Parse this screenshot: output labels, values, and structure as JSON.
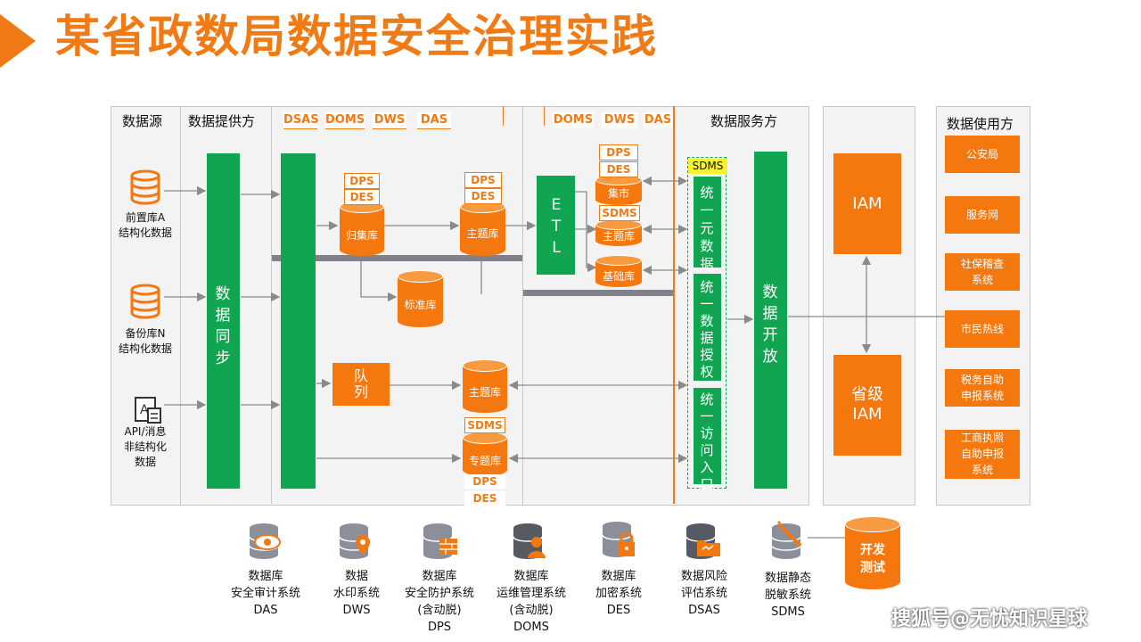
{
  "title": "某省政数局数据安全治理实践",
  "headers": {
    "source": "数据源",
    "provider": "数据提供方",
    "service": "数据服务方",
    "user": "数据使用方"
  },
  "top_tags": [
    "DSAS",
    "DOMS",
    "DWS",
    "DAS",
    "DOMS",
    "DWS",
    "DAS"
  ],
  "sources": [
    {
      "line1": "前置库A",
      "line2": "结构化数据",
      "line3": ""
    },
    {
      "line1": "备份库N",
      "line2": "结构化数据",
      "line3": ""
    },
    {
      "line1": "API/消息",
      "line2": "非结构化",
      "line3": "数据"
    }
  ],
  "bars": {
    "sync": "数据同步",
    "open": "数据开放"
  },
  "db": {
    "guiji": "归集库",
    "zhuti1": "主题库",
    "biaozhun": "标准库",
    "zhuti2": "主题库",
    "zhuanti": "专题库",
    "jishi": "集市",
    "zhuti3": "主题库",
    "jichu": "基础库",
    "duilie": "队列",
    "etl": "ETL",
    "test": "开发测试"
  },
  "tags": {
    "dps": "DPS",
    "des": "DES",
    "sdms": "SDMS"
  },
  "sdms_header": "SDMS",
  "unified": [
    {
      "a": "统",
      "b": "一元数据"
    },
    {
      "a": "统",
      "b": "一数据授权"
    },
    {
      "a": "统",
      "b": "一访问入口"
    }
  ],
  "iam": {
    "iam": "IAM",
    "prov1": "省级",
    "prov2": "IAM"
  },
  "users": [
    {
      "l1": "公安局",
      "l2": "",
      "l3": ""
    },
    {
      "l1": "服务网",
      "l2": "",
      "l3": ""
    },
    {
      "l1": "社保稽查",
      "l2": "系统",
      "l3": ""
    },
    {
      "l1": "市民热线",
      "l2": "",
      "l3": ""
    },
    {
      "l1": "税务自助",
      "l2": "申报系统",
      "l3": ""
    },
    {
      "l1": "工商执照",
      "l2": "自助申报",
      "l3": "系统"
    }
  ],
  "legend": [
    {
      "icon": "database-eye-icon",
      "l1": "数据库",
      "l2": "安全审计系统",
      "l3": "DAS",
      "l4": ""
    },
    {
      "icon": "database-pin-icon",
      "l1": "数据",
      "l2": "水印系统",
      "l3": "DWS",
      "l4": ""
    },
    {
      "icon": "database-firewall-icon",
      "l1": "数据库",
      "l2": "安全防护系统",
      "l3": "(含动脱)",
      "l4": "DPS"
    },
    {
      "icon": "database-user-icon",
      "l1": "数据库",
      "l2": "运维管理系统",
      "l3": "(含动脱)",
      "l4": "DOMS"
    },
    {
      "icon": "database-lock-icon",
      "l1": "数据库",
      "l2": "加密系统",
      "l3": "DES",
      "l4": ""
    },
    {
      "icon": "database-folder-icon",
      "l1": "数据风险",
      "l2": "评估系统",
      "l3": "DSAS",
      "l4": ""
    },
    {
      "icon": "database-wand-icon",
      "l1": "数据静态",
      "l2": "脱敏系统",
      "l3": "SDMS",
      "l4": ""
    }
  ],
  "watermark": "搜狐号@无忧知识星球",
  "colors": {
    "orange": "#f5780f",
    "green": "#12a551",
    "title": "#f07a14"
  }
}
